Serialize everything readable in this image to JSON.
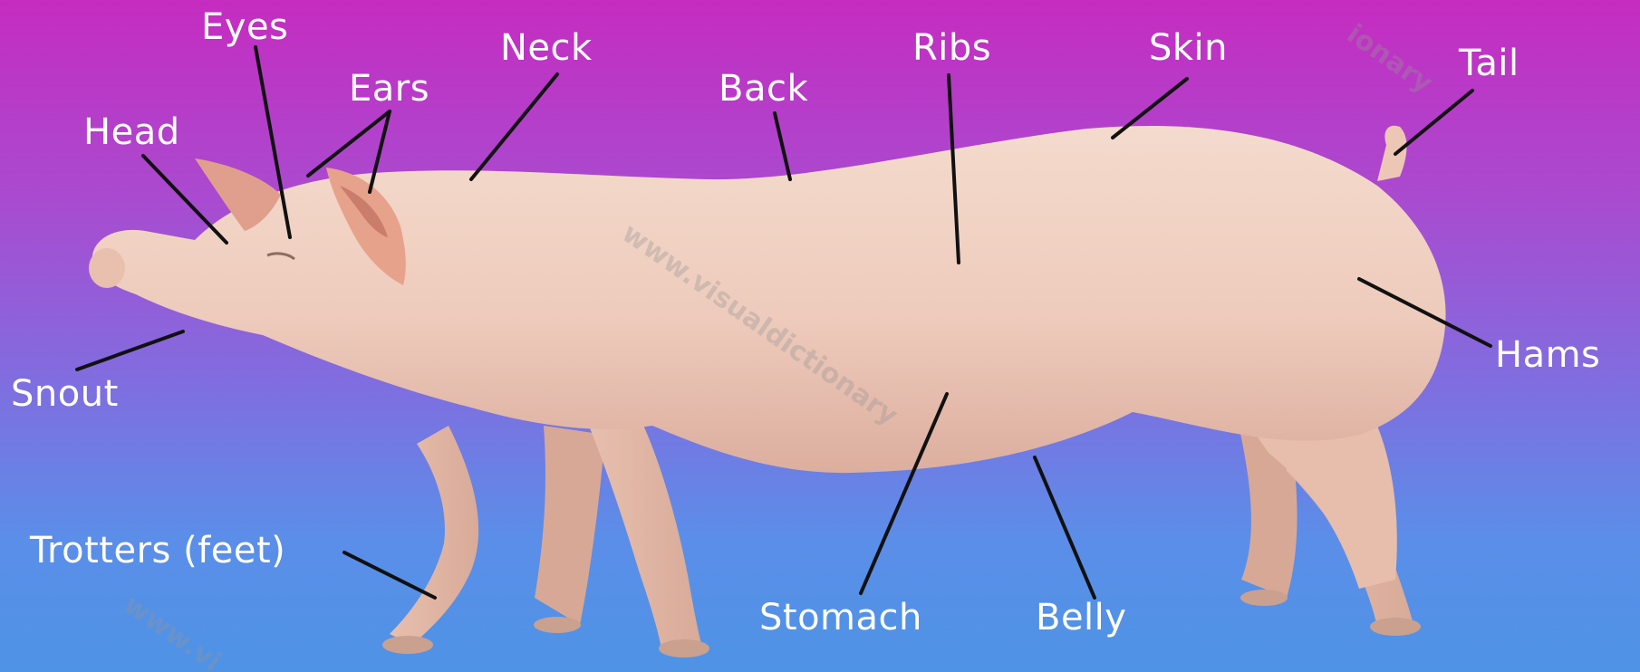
{
  "labels": {
    "eyes": "Eyes",
    "neck": "Neck",
    "ears": "Ears",
    "back": "Back",
    "ribs": "Ribs",
    "skin": "Skin",
    "tail": "Tail",
    "head": "Head",
    "hams": "Hams",
    "snout": "Snout",
    "trotters": "Trotters (feet)",
    "stomach": "Stomach",
    "belly": "Belly"
  },
  "watermarks": {
    "center": "www.visualdictionary",
    "corner": "www.vi",
    "top": "ionary"
  },
  "colors": {
    "label": "#ffffff",
    "leader": "#111111",
    "pig_body": "#efcdbf"
  }
}
